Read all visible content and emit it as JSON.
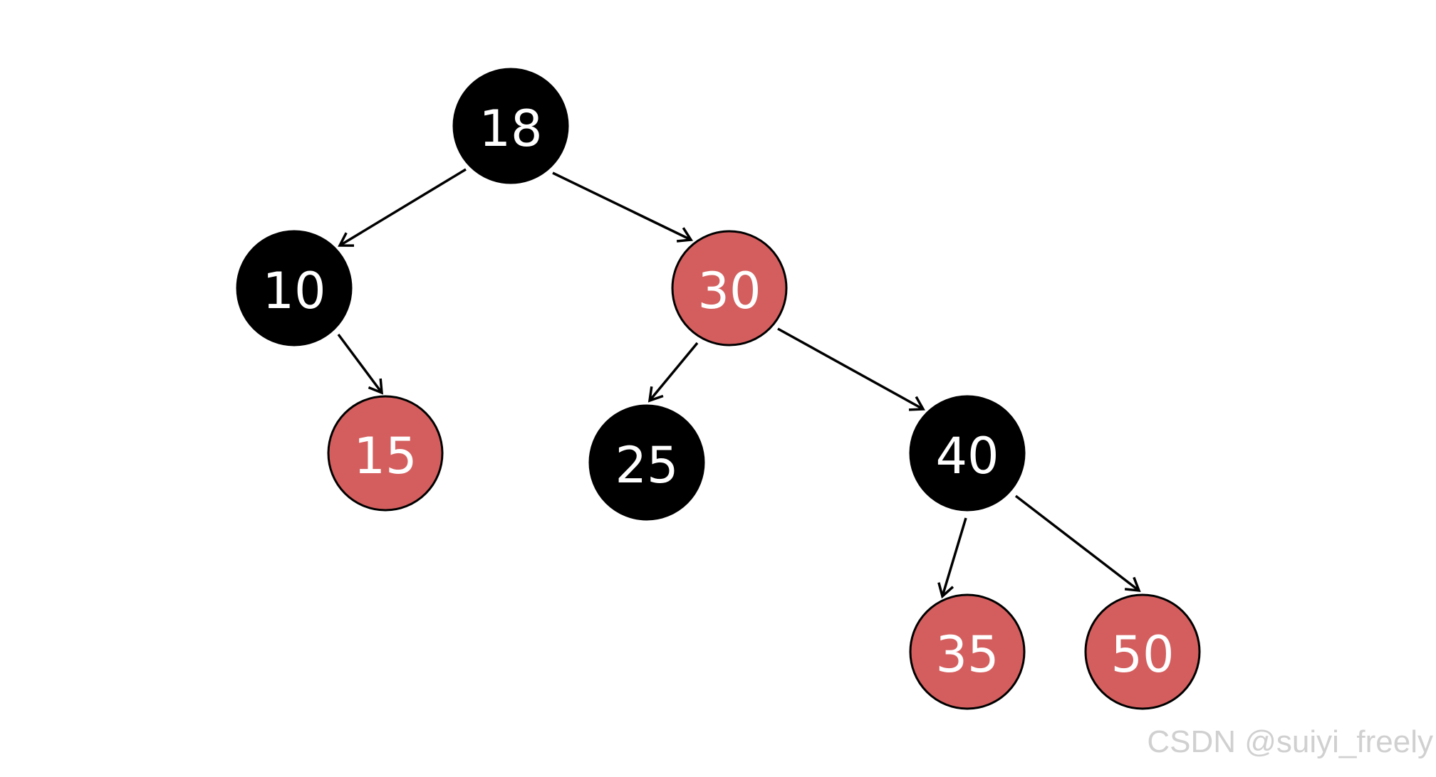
{
  "diagram": {
    "type": "red-black-tree",
    "colors": {
      "black": "#000000",
      "red": "#d45e5e",
      "label": "#ffffff"
    },
    "nodes": [
      {
        "id": "n18",
        "label": "18",
        "color": "black"
      },
      {
        "id": "n10",
        "label": "10",
        "color": "black"
      },
      {
        "id": "n30",
        "label": "30",
        "color": "red"
      },
      {
        "id": "n15",
        "label": "15",
        "color": "red"
      },
      {
        "id": "n25",
        "label": "25",
        "color": "black"
      },
      {
        "id": "n40",
        "label": "40",
        "color": "black"
      },
      {
        "id": "n35",
        "label": "35",
        "color": "red"
      },
      {
        "id": "n50",
        "label": "50",
        "color": "red"
      }
    ],
    "edges": [
      {
        "from": "n18",
        "to": "n10"
      },
      {
        "from": "n18",
        "to": "n30"
      },
      {
        "from": "n10",
        "to": "n15"
      },
      {
        "from": "n30",
        "to": "n25"
      },
      {
        "from": "n30",
        "to": "n40"
      },
      {
        "from": "n40",
        "to": "n35"
      },
      {
        "from": "n40",
        "to": "n50"
      }
    ]
  },
  "watermark": {
    "text": "CSDN @suiyi_freely"
  }
}
